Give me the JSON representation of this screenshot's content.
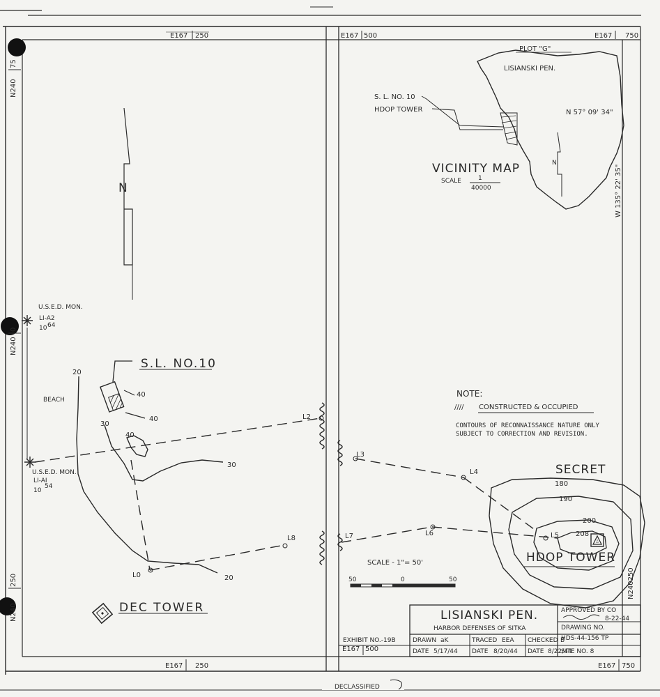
{
  "grid": {
    "top_e_labels": [
      "E167",
      "250",
      "E167",
      "500",
      "E167",
      "750"
    ],
    "bottom_e_labels": [
      "E167",
      "250",
      "E167",
      "500",
      "E167",
      "750"
    ],
    "left_n_labels": [
      "N240",
      "75",
      "N240",
      "0",
      "N240",
      "250"
    ],
    "right_n_label": "N240250"
  },
  "plot": {
    "title": "PLOT \"G\"",
    "peninsula": "LISIANSKI PEN.",
    "sl_label": "S. L. NO. 10",
    "hdop_label": "HDOP TOWER",
    "vicinity_title": "VICINITY MAP",
    "scale_word": "SCALE",
    "scale_num": "1",
    "scale_den": "40000",
    "latitude": "N 57° 09' 34\"",
    "longitude": "W 135° 22' 35\"",
    "north": "N"
  },
  "site": {
    "north": "N",
    "monument_a2": [
      "U.S.E.D. MON.",
      "LI-A2",
      "10",
      "64"
    ],
    "monument_a1": [
      "U.S.E.D. MON.",
      "LI-AI",
      "10",
      "54"
    ],
    "beach": "BEACH",
    "sl_no": "S.L. NO.10",
    "dec_tower": "DEC TOWER",
    "hdop_tower": "HDOP TOWER",
    "secret": "SECRET",
    "points": [
      "L0",
      "L2",
      "L3",
      "L4",
      "L5",
      "L6",
      "L7",
      "L8"
    ],
    "contours_left": [
      "20",
      "40",
      "40",
      "30",
      "40",
      "30",
      "20"
    ],
    "contours_right": [
      "180",
      "190",
      "200",
      "208"
    ]
  },
  "note": {
    "title": "NOTE:",
    "legend_marks": "////",
    "legend_text": "CONSTRUCTED & OCCUPIED",
    "line1": "CONTOURS OF RECONNAISSANCE NATURE ONLY",
    "line2": "SUBJECT TO CORRECTION AND REVISION."
  },
  "scale_bar": {
    "label": "SCALE - 1\"= 50'",
    "ticks": [
      "50",
      "0",
      "50"
    ]
  },
  "title_block": {
    "name": "LISIANSKI PEN.",
    "subtitle": "HARBOR DEFENSES OF SITKA",
    "exhibit": "EXHIBIT NO.-19B",
    "drawn_label": "DRAWN",
    "drawn_by": "aK",
    "traced_label": "TRACED",
    "traced_by": "EEA",
    "checked_label": "CHECKED",
    "checked_by": "B",
    "date_label": "DATE",
    "drawn_date": "5/17/44",
    "traced_date": "8/20/44",
    "checked_date": "8/22/44",
    "approved_label": "APPROVED BY CO",
    "approved_date": "8-22-44",
    "drawing_no_label": "DRAWING NO.",
    "drawing_no": "HDS-44-156 TP",
    "site_no": "SITE NO. 8"
  },
  "footer": {
    "stamp": "DECLASSIFIED"
  }
}
